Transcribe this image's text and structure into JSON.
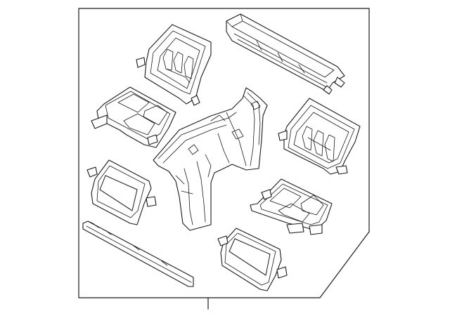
{
  "diagram": {
    "type": "exploded-parts-illustration",
    "background": "#ffffff",
    "line_color": "#1a1a1a",
    "parts": [
      {
        "name": "defroster-duct"
      },
      {
        "name": "upper-left-air-vent"
      },
      {
        "name": "left-duct-connector"
      },
      {
        "name": "center-duct-assembly"
      },
      {
        "name": "right-air-vent"
      },
      {
        "name": "left-register-outlet"
      },
      {
        "name": "right-duct-connector"
      },
      {
        "name": "lower-right-register-outlet"
      },
      {
        "name": "lower-left-seal-strip"
      }
    ]
  }
}
